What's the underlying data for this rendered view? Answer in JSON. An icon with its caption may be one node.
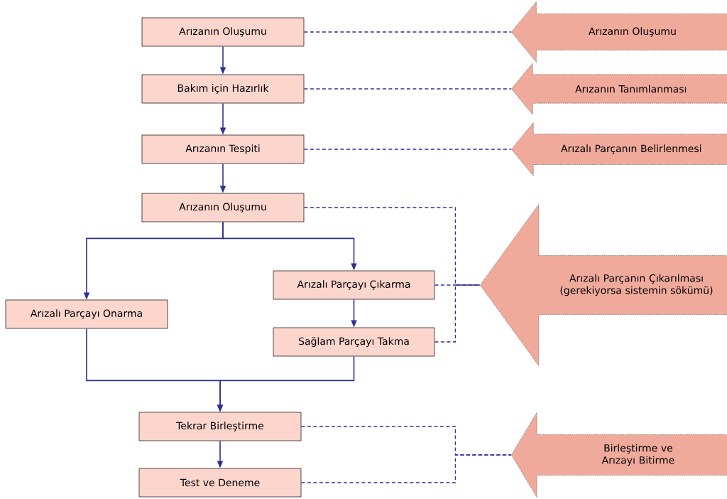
{
  "diagram": {
    "nodes": [
      {
        "text": [
          "Arızanın Oluşumu"
        ]
      },
      {
        "text": [
          "Bakım için Hazırlık"
        ]
      },
      {
        "text": [
          "Arızanın Tespiti"
        ]
      },
      {
        "text": [
          "Arızanın Oluşumu"
        ]
      },
      {
        "text": [
          "Arızalı Parçayı Onarma"
        ]
      },
      {
        "text": [
          "Arızalı Parçayı Çıkarma"
        ]
      },
      {
        "text": [
          "Sağlam Parçayı Takma"
        ]
      },
      {
        "text": [
          "Tekrar Birleştirme"
        ]
      },
      {
        "text": [
          "Test ve Deneme"
        ]
      },
      {
        "text": [
          "Arızanın Oluşumu"
        ]
      },
      {
        "text": [
          "Arızanın Tanımlanması"
        ]
      },
      {
        "text": [
          "Arızalı Parçanın Belirlenmesi"
        ]
      },
      {
        "text": [
          "Arızalı Parçanın Çıkarılması (gerekiyorsa sistemin sökümü)"
        ]
      },
      {
        "text": [
          "Birleştirme ve Arızayı Bitirme"
        ]
      }
    ],
    "edges": [
      {
        "from": 0,
        "to": 1,
        "arrow": "to"
      },
      {
        "from": 1,
        "to": 2,
        "arrow": "to"
      },
      {
        "from": 2,
        "to": 3,
        "arrow": "to"
      },
      {
        "from": 3,
        "to": 4,
        "arrow": "to"
      },
      {
        "from": 3,
        "to": 5,
        "arrow": "to"
      },
      {
        "from": 5,
        "to": 6,
        "arrow": "to"
      },
      {
        "from": 4,
        "to": 7,
        "arrow": "to"
      },
      {
        "from": 6,
        "to": 7,
        "arrow": "to"
      },
      {
        "from": 7,
        "to": 8,
        "arrow": "to"
      },
      {
        "from": 0,
        "to": 9,
        "arrow": "none",
        "style": "dashed"
      },
      {
        "from": 1,
        "to": 10,
        "arrow": "none",
        "style": "dashed"
      },
      {
        "from": 2,
        "to": 11,
        "arrow": "none",
        "style": "dashed"
      },
      {
        "from": 3,
        "to": 12,
        "arrow": "none",
        "style": "dashed"
      },
      {
        "from": 5,
        "to": 12,
        "arrow": "none",
        "style": "dashed"
      },
      {
        "from": 6,
        "to": 12,
        "arrow": "none",
        "style": "dashed"
      },
      {
        "from": 7,
        "to": 13,
        "arrow": "none",
        "style": "dashed"
      },
      {
        "from": 8,
        "to": 13,
        "arrow": "none",
        "style": "dashed"
      }
    ]
  }
}
